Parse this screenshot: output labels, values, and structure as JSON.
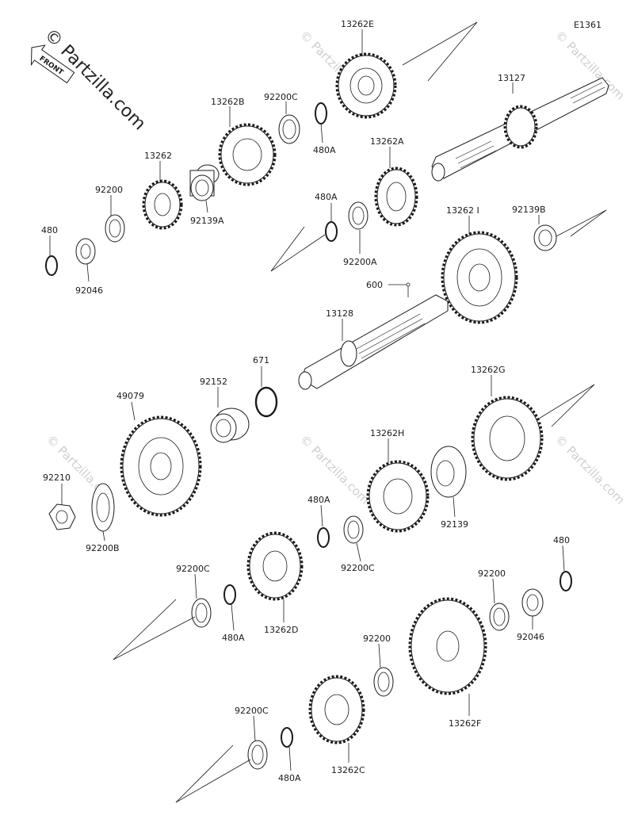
{
  "figure_code": "E1361",
  "front_label": "FRONT",
  "watermark_main": "© Partzilla.com",
  "watermark_faint": "© Partzilla.com",
  "parts": {
    "p13262E": "13262E",
    "p92200C_top": "92200C",
    "p480A_top": "480A",
    "p13262B": "13262B",
    "p13127": "13127",
    "p13262A": "13262A",
    "p13262": "13262",
    "p92200_left": "92200",
    "p92139A": "92139A",
    "p480_left": "480",
    "p92046_left": "92046",
    "p480A_mid": "480A",
    "p92200A": "92200A",
    "p13262I": "13262 I",
    "p92139B": "92139B",
    "p600": "600",
    "p13128": "13128",
    "p671": "671",
    "p49079": "49079",
    "p92152": "92152",
    "p13262G": "13262G",
    "p13262H": "13262H",
    "p92210": "92210",
    "p92200B": "92200B",
    "p480A_low": "480A",
    "p92200C_low": "92200C",
    "p92139": "92139",
    "p92200C_d": "92200C",
    "p480A_d": "480A",
    "p13262D": "13262D",
    "p480_right": "480",
    "p92200_right": "92200",
    "p92046_right": "92046",
    "p92200_mid": "92200",
    "p13262F": "13262F",
    "p92200C_bot": "92200C",
    "p480A_bot": "480A",
    "p13262C": "13262C"
  }
}
